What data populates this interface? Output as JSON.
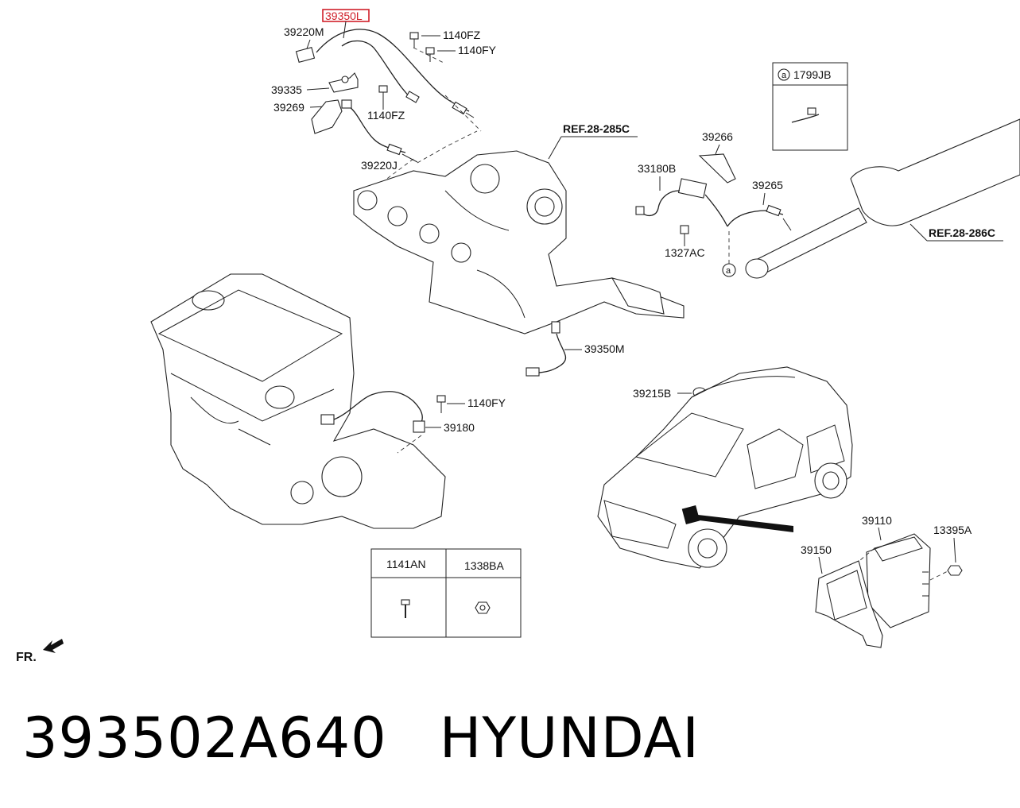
{
  "diagram": {
    "callouts": {
      "c39350L": "39350L",
      "c39220M": "39220M",
      "c1140FZ_a": "1140FZ",
      "c1140FY_a": "1140FY",
      "c39335": "39335",
      "c39269": "39269",
      "c1140FZ_b": "1140FZ",
      "c39220J": "39220J",
      "cREF285": "REF.28-285C",
      "c1799JB": "1799JB",
      "c39266": "39266",
      "c33180B": "33180B",
      "c39265": "39265",
      "c1327AC": "1327AC",
      "cREF286": "REF.28-286C",
      "c39350M": "39350M",
      "c39215B": "39215B",
      "c1140FY_b": "1140FY",
      "c39180": "39180",
      "c39110": "39110",
      "c13395A": "13395A",
      "c39150": "39150",
      "c1141AN": "1141AN",
      "c1338BA": "1338BA",
      "cFR": "FR.",
      "circA1": "a",
      "circA2": "a"
    },
    "highlighted_part": "39350L",
    "highlight_color": "#d0202a"
  },
  "footer": {
    "part_number": "393502A640",
    "brand": "HYUNDAI"
  }
}
